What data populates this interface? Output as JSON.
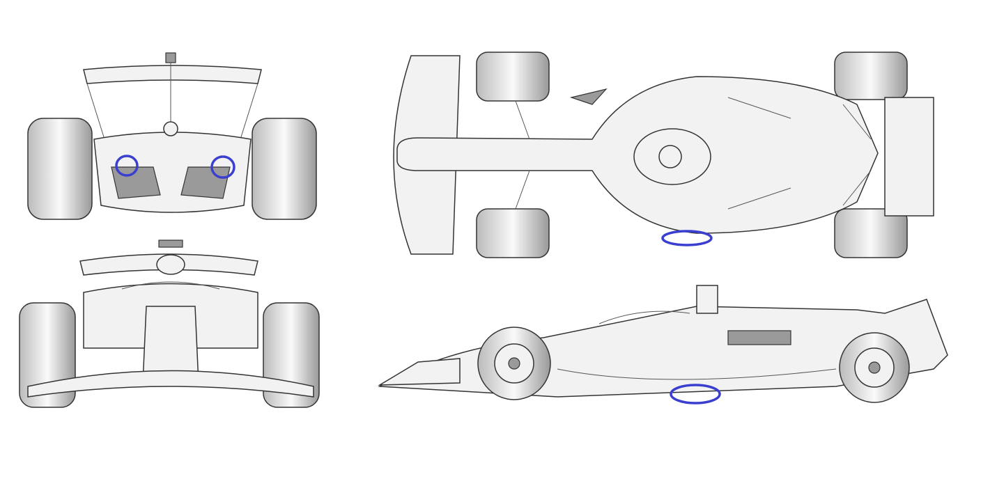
{
  "diagram": {
    "views": [
      "rear-view",
      "front-view",
      "top-view",
      "side-view"
    ],
    "colors": {
      "background": "#ffffff",
      "highlight": "#3b3fcf",
      "outline": "#333333",
      "surface": "#f2f2f2"
    }
  }
}
